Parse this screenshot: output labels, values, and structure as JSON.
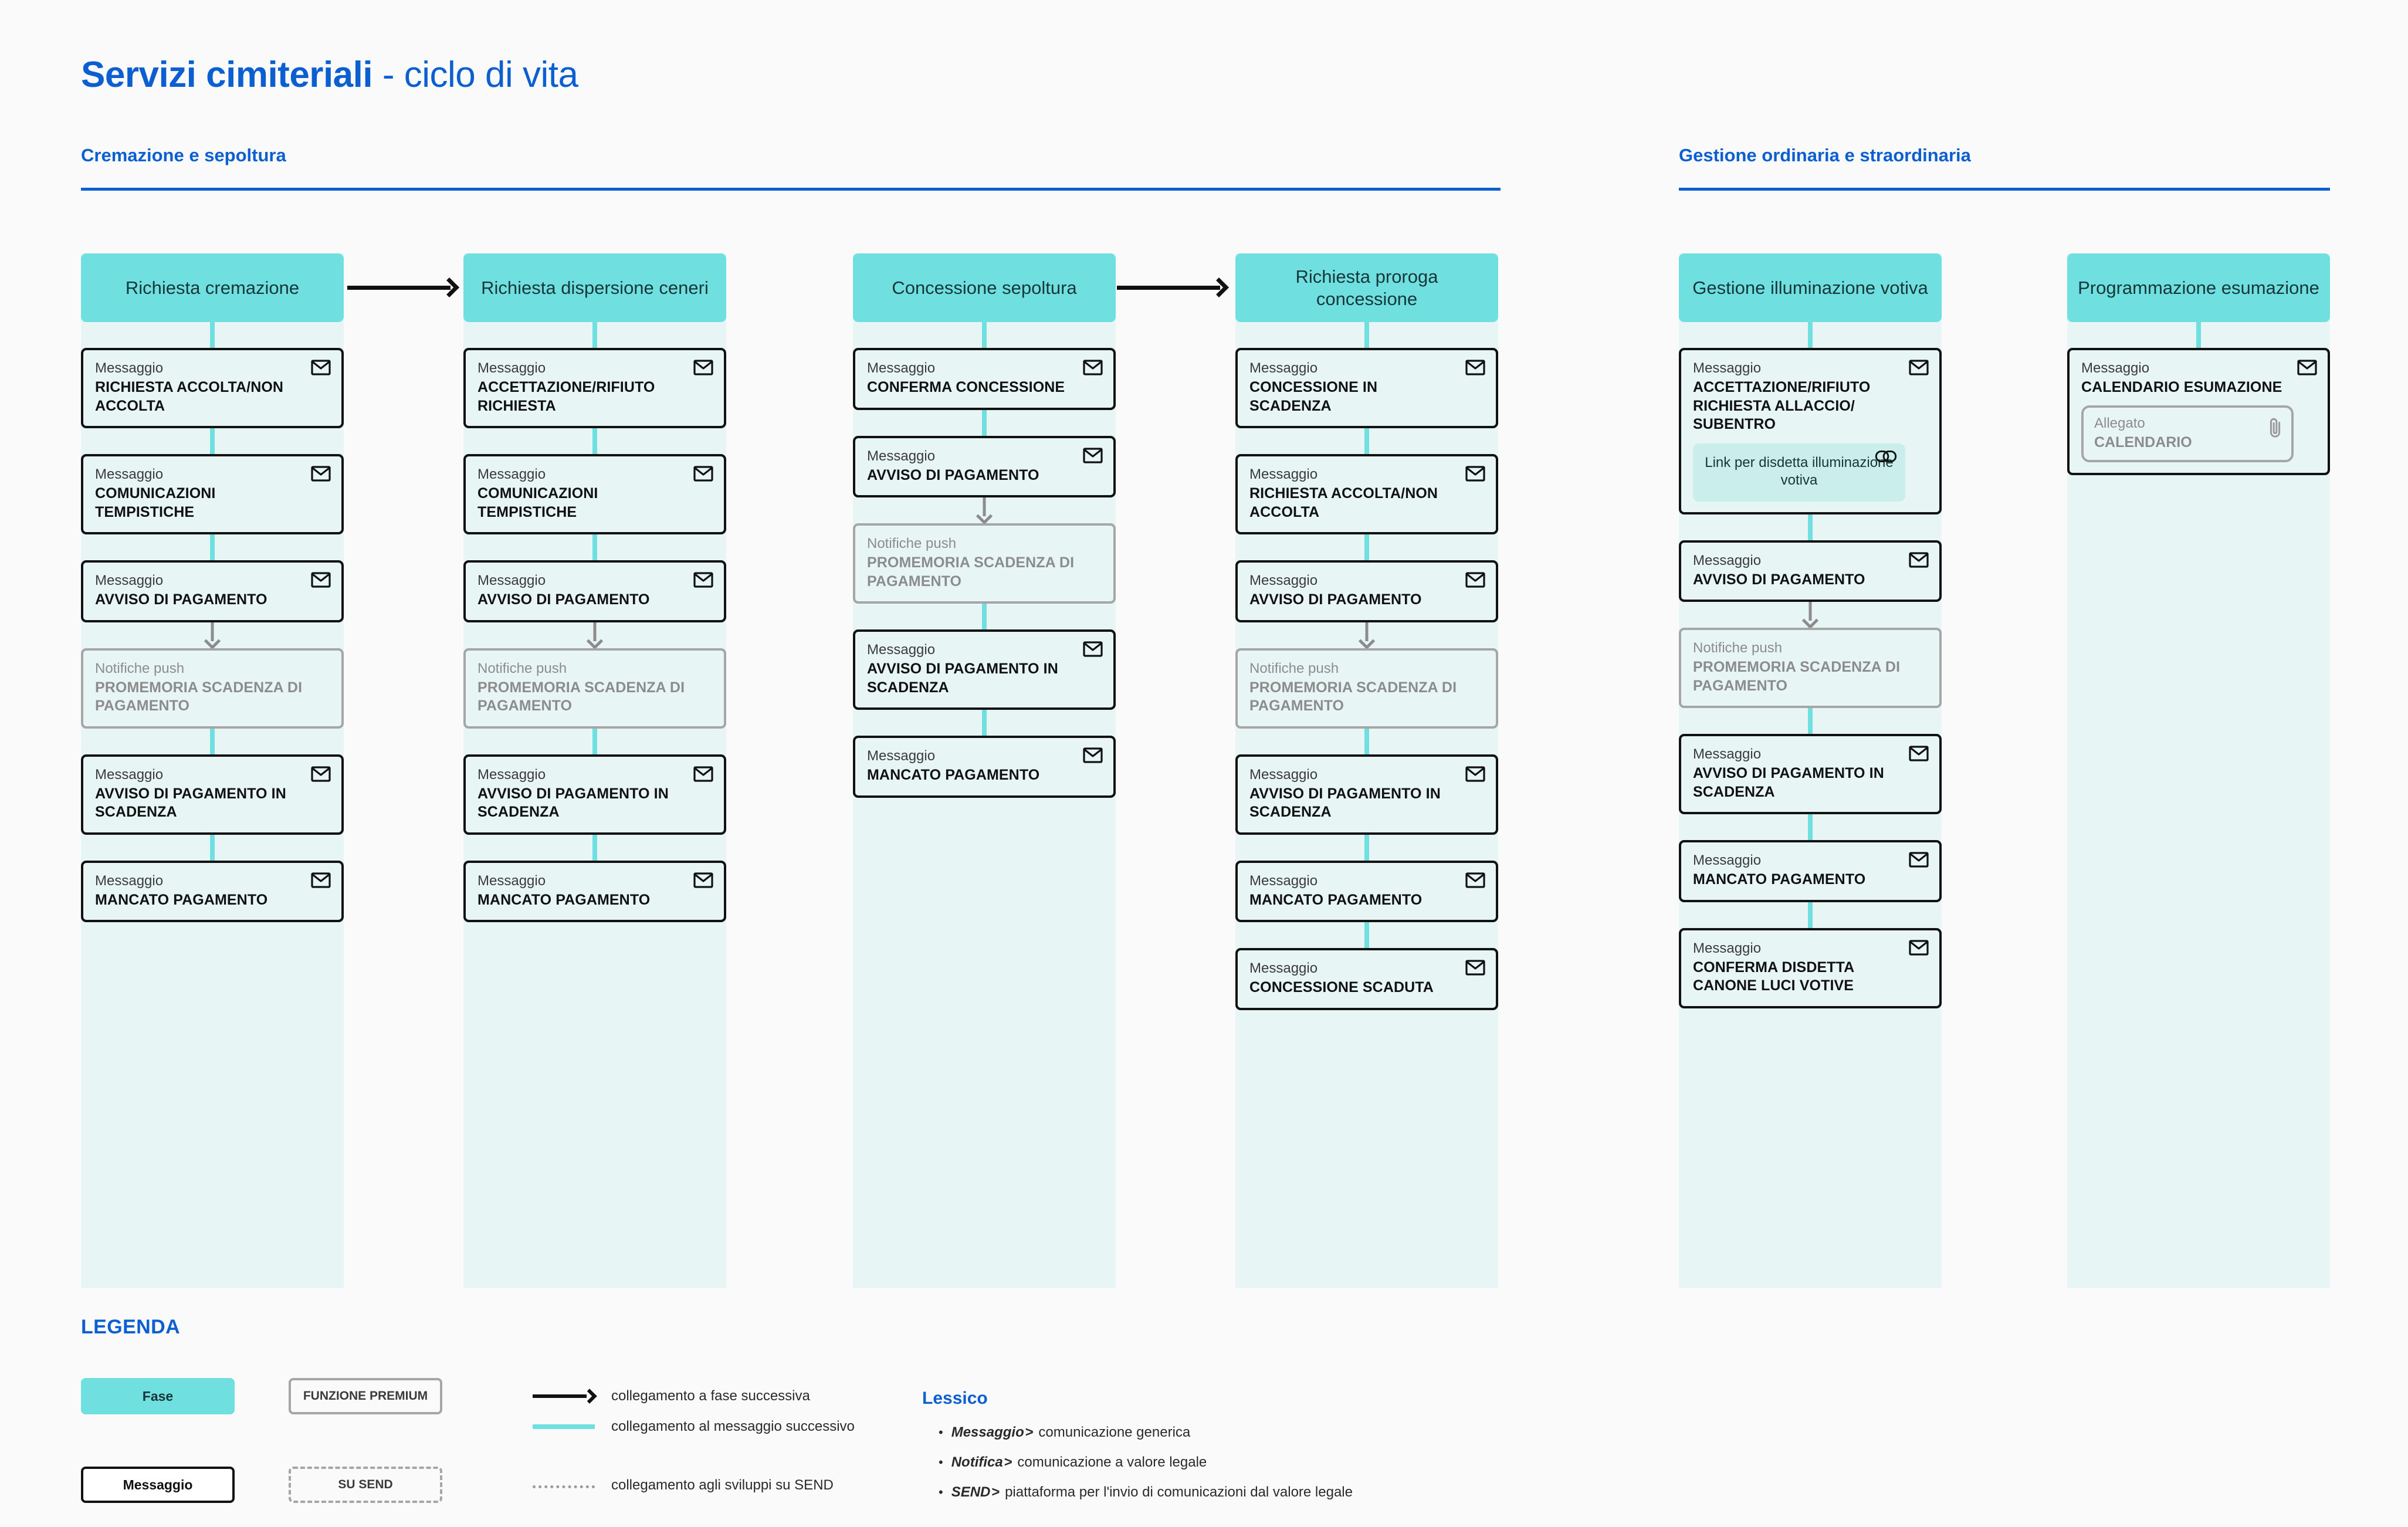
{
  "title": {
    "strong": "Servizi cimiteriali",
    "light": " - ciclo di vita"
  },
  "sections": [
    {
      "label": "Cremazione e sepoltura"
    },
    {
      "label": "Gestione ordinaria e straordinaria"
    }
  ],
  "columns": [
    {
      "phase": "Richiesta cremazione",
      "steps": [
        {
          "kind": "Messaggio",
          "title": "RICHIESTA ACCOLTA/NON ACCOLTA",
          "style": "message",
          "connector": "teal",
          "icon": "envelope-icon"
        },
        {
          "kind": "Messaggio",
          "title": "COMUNICAZIONI TEMPISTICHE",
          "style": "message",
          "connector": "teal",
          "icon": "envelope-icon"
        },
        {
          "kind": "Messaggio",
          "title": "AVVISO DI PAGAMENTO",
          "style": "message",
          "connector": "teal",
          "icon": "envelope-icon"
        },
        {
          "kind": "Notifiche push",
          "title": "PROMEMORIA SCADENZA DI PAGAMENTO",
          "style": "push",
          "connector": "arrow",
          "icon": "none"
        },
        {
          "kind": "Messaggio",
          "title": "AVVISO DI PAGAMENTO IN SCADENZA",
          "style": "message",
          "connector": "teal",
          "icon": "envelope-icon"
        },
        {
          "kind": "Messaggio",
          "title": "MANCATO PAGAMENTO",
          "style": "message",
          "connector": "teal",
          "icon": "envelope-icon"
        }
      ]
    },
    {
      "phase": "Richiesta dispersione ceneri",
      "steps": [
        {
          "kind": "Messaggio",
          "title": "ACCETTAZIONE/RIFIUTO RICHIESTA",
          "style": "message",
          "connector": "teal",
          "icon": "envelope-icon"
        },
        {
          "kind": "Messaggio",
          "title": "COMUNICAZIONI TEMPISTICHE",
          "style": "message",
          "connector": "teal",
          "icon": "envelope-icon"
        },
        {
          "kind": "Messaggio",
          "title": "AVVISO DI PAGAMENTO",
          "style": "message",
          "connector": "teal",
          "icon": "envelope-icon"
        },
        {
          "kind": "Notifiche push",
          "title": "PROMEMORIA SCADENZA DI PAGAMENTO",
          "style": "push",
          "connector": "arrow",
          "icon": "none"
        },
        {
          "kind": "Messaggio",
          "title": "AVVISO DI PAGAMENTO IN SCADENZA",
          "style": "message",
          "connector": "teal",
          "icon": "envelope-icon"
        },
        {
          "kind": "Messaggio",
          "title": "MANCATO PAGAMENTO",
          "style": "message",
          "connector": "teal",
          "icon": "envelope-icon"
        }
      ]
    },
    {
      "phase": "Concessione sepoltura",
      "steps": [
        {
          "kind": "Messaggio",
          "title": "CONFERMA CONCESSIONE",
          "style": "message",
          "connector": "teal",
          "icon": "envelope-icon"
        },
        {
          "kind": "Messaggio",
          "title": "AVVISO DI PAGAMENTO",
          "style": "message",
          "connector": "teal",
          "icon": "envelope-icon"
        },
        {
          "kind": "Notifiche push",
          "title": "PROMEMORIA SCADENZA DI PAGAMENTO",
          "style": "push",
          "connector": "arrow",
          "icon": "none"
        },
        {
          "kind": "Messaggio",
          "title": "AVVISO DI PAGAMENTO IN SCADENZA",
          "style": "message",
          "connector": "teal",
          "icon": "envelope-icon"
        },
        {
          "kind": "Messaggio",
          "title": "MANCATO PAGAMENTO",
          "style": "message",
          "connector": "teal",
          "icon": "envelope-icon"
        }
      ]
    },
    {
      "phase": "Richiesta proroga concessione",
      "steps": [
        {
          "kind": "Messaggio",
          "title": "CONCESSIONE IN SCADENZA",
          "style": "message",
          "connector": "teal",
          "icon": "envelope-icon"
        },
        {
          "kind": "Messaggio",
          "title": "RICHIESTA ACCOLTA/NON ACCOLTA",
          "style": "message",
          "connector": "teal",
          "icon": "envelope-icon"
        },
        {
          "kind": "Messaggio",
          "title": "AVVISO DI PAGAMENTO",
          "style": "message",
          "connector": "teal",
          "icon": "envelope-icon"
        },
        {
          "kind": "Notifiche push",
          "title": "PROMEMORIA SCADENZA DI PAGAMENTO",
          "style": "push",
          "connector": "arrow",
          "icon": "none"
        },
        {
          "kind": "Messaggio",
          "title": "AVVISO DI PAGAMENTO IN SCADENZA",
          "style": "message",
          "connector": "teal",
          "icon": "envelope-icon"
        },
        {
          "kind": "Messaggio",
          "title": "MANCATO PAGAMENTO",
          "style": "message",
          "connector": "teal",
          "icon": "envelope-icon"
        },
        {
          "kind": "Messaggio",
          "title": "CONCESSIONE SCADUTA",
          "style": "message",
          "connector": "teal",
          "icon": "envelope-icon"
        }
      ]
    },
    {
      "phase": "Gestione illuminazione votiva",
      "steps": [
        {
          "kind": "Messaggio",
          "title": "ACCETTAZIONE/RIFIUTO RICHIESTA ALLACCIO/ SUBENTRO",
          "style": "message",
          "connector": "teal",
          "icon": "envelope-icon",
          "sub": {
            "type": "link",
            "label": "Link per disdetta illuminazione votiva",
            "icon": "link-icon"
          }
        },
        {
          "kind": "Messaggio",
          "title": "AVVISO DI PAGAMENTO",
          "style": "message",
          "connector": "teal",
          "icon": "envelope-icon"
        },
        {
          "kind": "Notifiche push",
          "title": "PROMEMORIA SCADENZA DI PAGAMENTO",
          "style": "push",
          "connector": "arrow",
          "icon": "none"
        },
        {
          "kind": "Messaggio",
          "title": "AVVISO DI PAGAMENTO IN SCADENZA",
          "style": "message",
          "connector": "teal",
          "icon": "envelope-icon"
        },
        {
          "kind": "Messaggio",
          "title": "MANCATO PAGAMENTO",
          "style": "message",
          "connector": "teal",
          "icon": "envelope-icon"
        },
        {
          "kind": "Messaggio",
          "title": "CONFERMA DISDETTA CANONE LUCI VOTIVE",
          "style": "message",
          "connector": "teal",
          "icon": "envelope-icon"
        }
      ]
    },
    {
      "phase": "Programmazione esumazione",
      "steps": [
        {
          "kind": "Messaggio",
          "title": "CALENDARIO ESUMAZIONE",
          "style": "message",
          "connector": "teal",
          "icon": "envelope-icon",
          "sub": {
            "type": "attachment",
            "kind": "Allegato",
            "title": "CALENDARIO",
            "icon": "paperclip-icon"
          }
        }
      ]
    }
  ],
  "legend": {
    "title": "LEGENDA",
    "chips": [
      {
        "label": "Fase",
        "id": "fase"
      },
      {
        "label": "Messaggio",
        "id": "messaggio"
      },
      {
        "label": "FUNZIONE PREMIUM",
        "id": "premium"
      },
      {
        "label": "SU SEND",
        "id": "send"
      }
    ],
    "lines": [
      {
        "sample": "black-arrow",
        "text": "collegamento a fase successiva"
      },
      {
        "sample": "teal-line",
        "text": "collegamento al messaggio successivo"
      },
      {
        "sample": "dotted-line",
        "text": "collegamento agli sviluppi su SEND"
      }
    ]
  },
  "lessico": {
    "title": "Lessico",
    "items": [
      {
        "term": "Messaggio",
        "sep": ">",
        "definition": "comunicazione generica"
      },
      {
        "term": "Notifica",
        "sep": ">",
        "definition": "comunicazione a valore legale"
      },
      {
        "term": "SEND",
        "sep": ">",
        "definition": "piattaforma per  l'invio di comunicazioni dal valore legale"
      }
    ]
  },
  "colors": {
    "brand_blue": "#0B5FD0",
    "teal": "#6FDFDF",
    "column_bg": "#E7F6F5",
    "push_gray": "#8C8C8C",
    "page_bg": "#FAFAFA"
  }
}
